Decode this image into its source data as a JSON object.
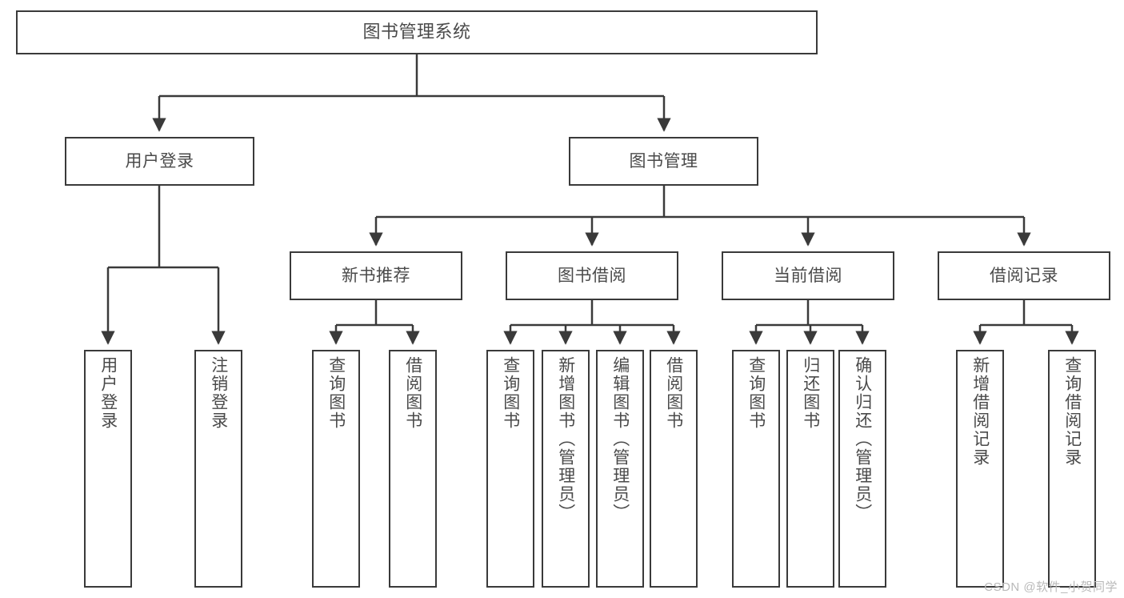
{
  "diagram": {
    "title": "图书管理系统",
    "type": "功能结构图",
    "colors": {
      "background": "#ffffff",
      "box_border": "#3a3a3a",
      "connector": "#3a3a3a",
      "text": "#4a4a4a",
      "watermark": "#b9b9b9"
    }
  },
  "root": {
    "label": "图书管理系统"
  },
  "level1": [
    {
      "label": "用户登录"
    },
    {
      "label": "图书管理"
    }
  ],
  "level2": [
    {
      "label": "新书推荐"
    },
    {
      "label": "图书借阅"
    },
    {
      "label": "当前借阅"
    },
    {
      "label": "借阅记录"
    }
  ],
  "leaves": {
    "user_login": [
      {
        "label": "用户登录"
      },
      {
        "label": "注销登录"
      }
    ],
    "new_book_recommend": [
      {
        "label": "查询图书"
      },
      {
        "label": "借阅图书"
      }
    ],
    "book_borrow": [
      {
        "label": "查询图书"
      },
      {
        "label": "新增图书（管理员）"
      },
      {
        "label": "编辑图书（管理员）"
      },
      {
        "label": "借阅图书"
      }
    ],
    "current_borrow": [
      {
        "label": "查询图书"
      },
      {
        "label": "归还图书"
      },
      {
        "label": "确认归还（管理员）"
      }
    ],
    "borrow_record": [
      {
        "label": "新增借阅记录"
      },
      {
        "label": "查询借阅记录"
      }
    ]
  },
  "watermark": {
    "text": "CSDN @软件_小贺同学"
  }
}
